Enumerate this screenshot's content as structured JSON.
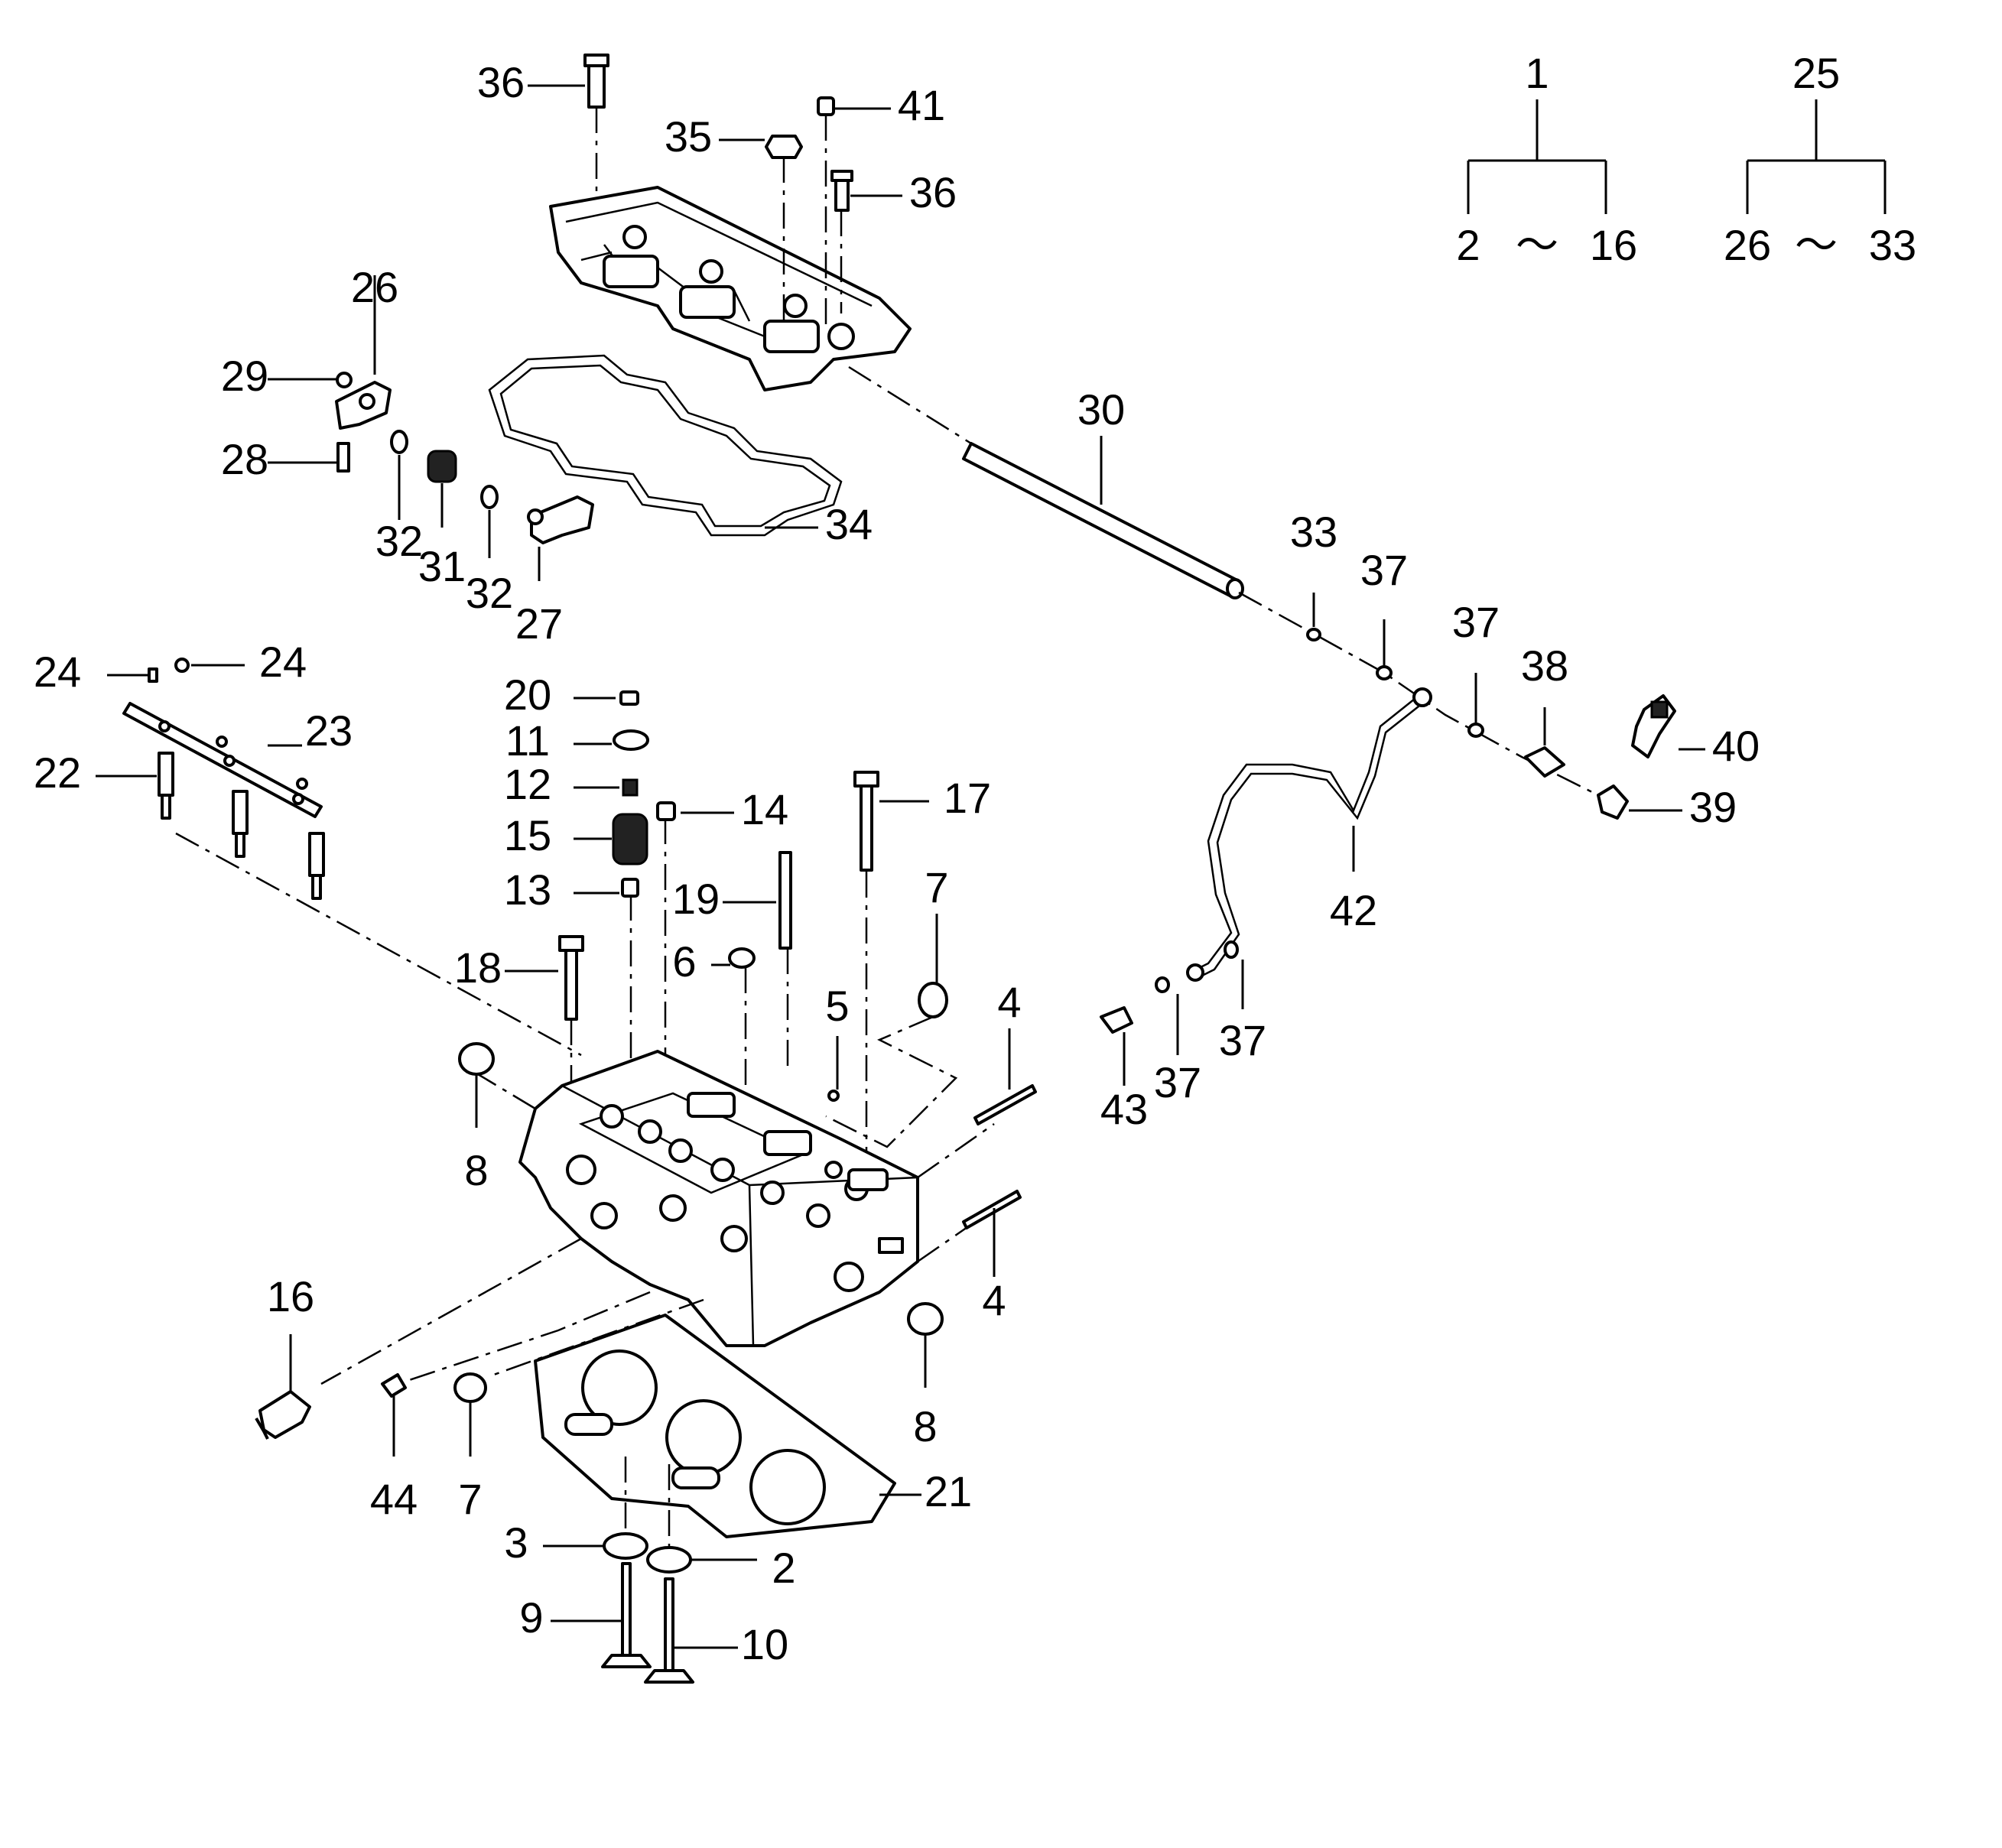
{
  "parts": {
    "1": "1",
    "2": "2",
    "3": "3",
    "4": "4",
    "5": "5",
    "6": "6",
    "7": "7",
    "8": "8",
    "9": "9",
    "10": "10",
    "11": "11",
    "12": "12",
    "13": "13",
    "14": "14",
    "15": "15",
    "16": "16",
    "17": "17",
    "18": "18",
    "19": "19",
    "20": "20",
    "21": "21",
    "22": "22",
    "23": "23",
    "24": "24",
    "25": "25",
    "26": "26",
    "27": "27",
    "28": "28",
    "29": "29",
    "30": "30",
    "31": "31",
    "32": "32",
    "33": "33",
    "34": "34",
    "35": "35",
    "36": "36",
    "37": "37",
    "38": "38",
    "39": "39",
    "40": "40",
    "41": "41",
    "42": "42",
    "43": "43",
    "44": "44"
  },
  "range_legend": {
    "group_1": {
      "parent": "1",
      "from": "2",
      "to": "16",
      "separator": "～"
    },
    "group_25": {
      "parent": "25",
      "from": "26",
      "to": "33",
      "separator": "～"
    }
  }
}
